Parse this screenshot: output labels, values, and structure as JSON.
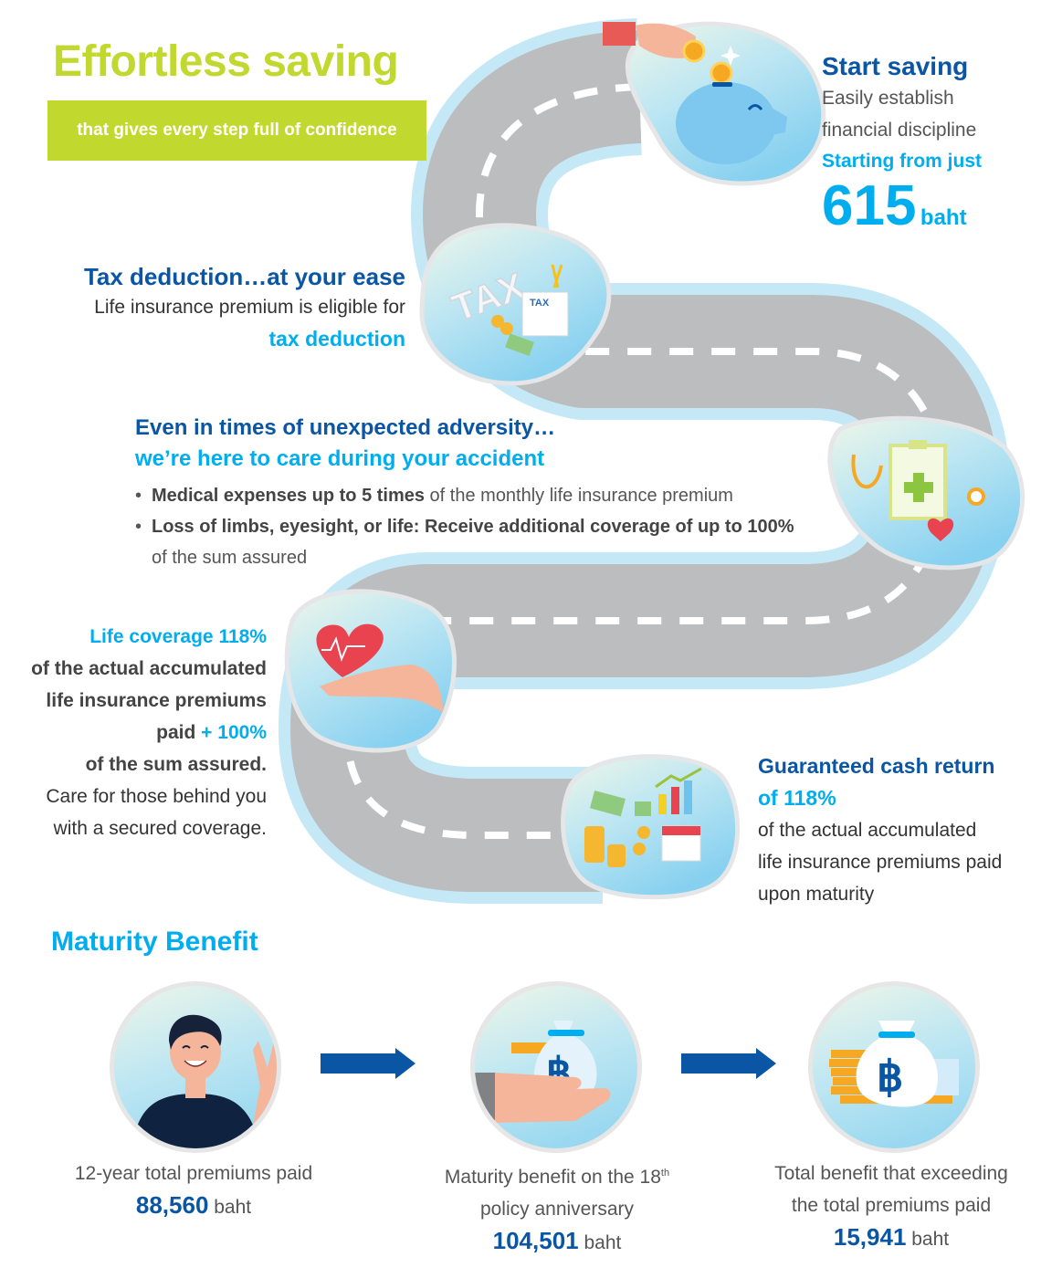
{
  "header": {
    "title": "Effortless saving",
    "subtitle": "that gives every step full of confidence"
  },
  "colors": {
    "lime": "#c1d82f",
    "dark_blue": "#0a56a4",
    "light_blue": "#00aeef",
    "road": "#bcbdbf",
    "road_edge": "#c5e8f7"
  },
  "start_saving": {
    "heading": "Start saving",
    "line1": "Easily establish",
    "line2": "financial discipline",
    "highlight": "Starting from just",
    "amount": "615",
    "unit": "baht"
  },
  "tax": {
    "heading": "Tax deduction…at your ease",
    "line1": "Life insurance premium is eligible for",
    "highlight": "tax deduction"
  },
  "accident": {
    "heading1": "Even in times of unexpected adversity…",
    "heading2": "we’re here to care during your accident",
    "bullets": [
      {
        "bold": "Medical expenses up to 5 times",
        "rest": " of the monthly life insurance premium"
      },
      {
        "bold": "Loss of limbs, eyesight, or life: Receive additional coverage of up to 100%",
        "rest": " of the sum assured"
      }
    ]
  },
  "life_coverage": {
    "highlight": "Life coverage 118%",
    "line1": "of the actual accumulated",
    "line2": "life insurance premiums",
    "line3_text": "paid",
    "line3_highlight": " + 100%",
    "line4": "of the sum assured.",
    "line5": "Care for those behind you",
    "line6": "with a secured coverage."
  },
  "cash_return": {
    "heading": "Guaranteed cash return",
    "highlight": "of 118%",
    "line1": "of the actual accumulated",
    "line2": "life insurance premiums paid",
    "line3": "upon maturity"
  },
  "maturity": {
    "title": "Maturity Benefit",
    "items": [
      {
        "icon": "waving-man-icon",
        "caption1": "12-year total premiums paid",
        "caption2": "",
        "amount": "88,560",
        "unit": "baht"
      },
      {
        "icon": "hand-money-bag-icon",
        "caption1": "Maturity benefit on the 18",
        "sup": "th",
        "caption2": "policy anniversary",
        "amount": "104,501",
        "unit": "baht"
      },
      {
        "icon": "money-bag-coins-icon",
        "caption1": "Total benefit that exceeding",
        "caption2": "the total premiums paid",
        "amount": "15,941",
        "unit": "baht"
      }
    ],
    "currency_symbol": "฿"
  }
}
